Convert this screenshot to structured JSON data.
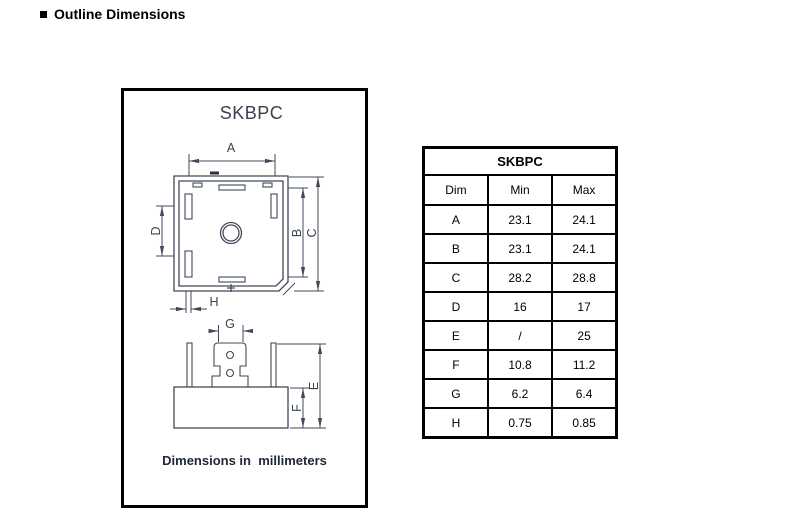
{
  "page": {
    "title": "Outline Dimensions"
  },
  "figure": {
    "title": "SKBPC",
    "caption": "Dimensions in  millimeters",
    "labels": {
      "a": "A",
      "b": "B",
      "c": "C",
      "d": "D",
      "e": "E",
      "f": "F",
      "g": "G",
      "h": "H"
    },
    "plus_mark": "+",
    "views": [
      "top-view",
      "side-view"
    ],
    "colors": {
      "line": "#424957",
      "label": "#39414f",
      "frame": "#000000"
    }
  },
  "table": {
    "title": "SKBPC",
    "columns": [
      "Dim",
      "Min",
      "Max"
    ],
    "rows": [
      {
        "dim": "A",
        "min": "23.1",
        "max": "24.1"
      },
      {
        "dim": "B",
        "min": "23.1",
        "max": "24.1"
      },
      {
        "dim": "C",
        "min": "28.2",
        "max": "28.8"
      },
      {
        "dim": "D",
        "min": "16",
        "max": "17"
      },
      {
        "dim": "E",
        "min": "/",
        "max": "25"
      },
      {
        "dim": "F",
        "min": "10.8",
        "max": "11.2"
      },
      {
        "dim": "G",
        "min": "6.2",
        "max": "6.4"
      },
      {
        "dim": "H",
        "min": "0.75",
        "max": "0.85"
      }
    ]
  }
}
